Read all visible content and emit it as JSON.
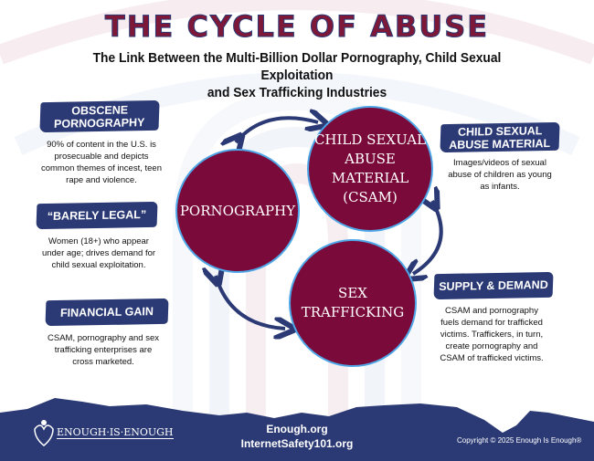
{
  "title": "THE CYCLE OF ABUSE",
  "subtitle_line1": "The Link Between the Multi-Billion Dollar Pornography, Child Sexual Exploitation",
  "subtitle_line2": "and Sex Trafficking Industries",
  "circles": {
    "pornography": "PORNOGRAPHY",
    "csam_line1": "CHILD SEXUAL",
    "csam_line2": "ABUSE MATERIAL",
    "csam_line3": "(CSAM)",
    "trafficking_line1": "SEX",
    "trafficking_line2": "TRAFFICKING"
  },
  "left_panels": [
    {
      "heading_line1": "OBSCENE",
      "heading_line2": "PORNOGRAPHY",
      "text": "90% of content in the U.S. is prosecuable and depicts common themes of incest, teen rape and violence."
    },
    {
      "heading": "“BARELY LEGAL”",
      "text": "Women (18+) who appear under age; drives demand for child sexual exploitation."
    },
    {
      "heading": "FINANCIAL GAIN",
      "text": "CSAM, pornography and sex trafficking enterprises are cross marketed."
    }
  ],
  "right_panels": [
    {
      "heading_line1": "CHILD SEXUAL",
      "heading_line2": "ABUSE MATERIAL",
      "text": "Images/videos of sexual abuse of children as young as infants."
    },
    {
      "heading": "SUPPLY & DEMAND",
      "text": "CSAM and pornography fuels demand for trafficked victims. Traffickers, in turn, create pornography and CSAM of trafficked victims."
    }
  ],
  "footer": {
    "logo_text": "ENOUGH·IS·ENOUGH",
    "link1": "Enough.org",
    "link2": "InternetSafety101.org",
    "copyright": "Copyright © 2025 Enough Is Enough®"
  },
  "colors": {
    "navy": "#2b3a75",
    "maroon": "#7a0a3a",
    "ring": "#4fa7e8"
  }
}
